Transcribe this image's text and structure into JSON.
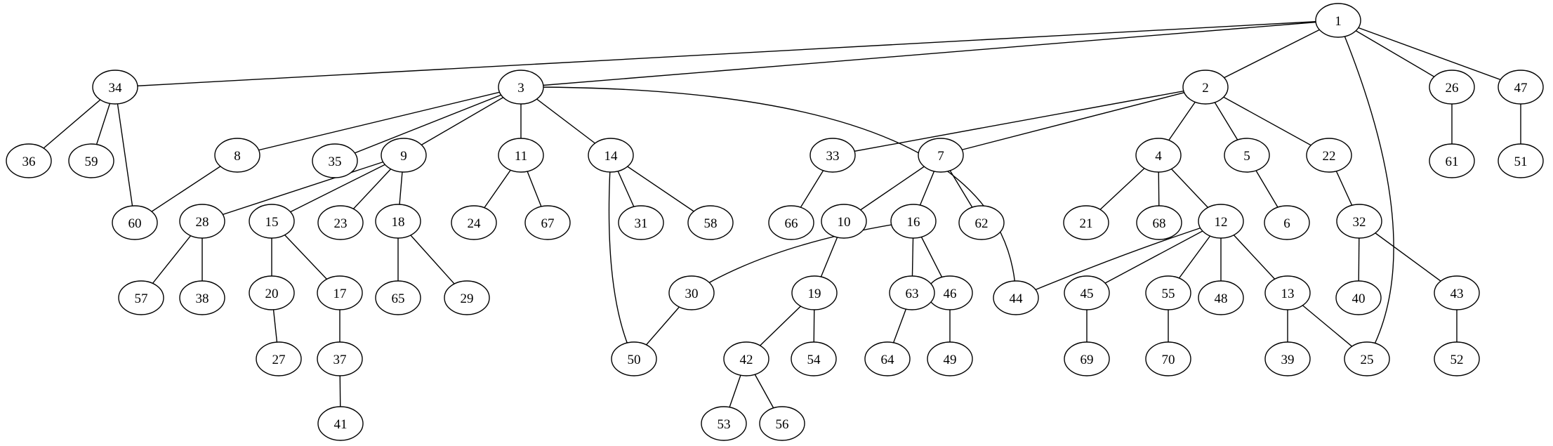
{
  "graph": {
    "nodes": [
      "1",
      "2",
      "3",
      "4",
      "5",
      "6",
      "7",
      "8",
      "9",
      "10",
      "11",
      "12",
      "13",
      "14",
      "15",
      "16",
      "17",
      "18",
      "19",
      "20",
      "21",
      "22",
      "23",
      "24",
      "25",
      "26",
      "27",
      "28",
      "29",
      "30",
      "31",
      "32",
      "33",
      "34",
      "35",
      "36",
      "37",
      "38",
      "39",
      "40",
      "41",
      "42",
      "43",
      "44",
      "45",
      "46",
      "47",
      "48",
      "49",
      "50",
      "51",
      "52",
      "53",
      "54",
      "55",
      "56",
      "57",
      "58",
      "59",
      "60",
      "61",
      "62",
      "63",
      "64",
      "65",
      "66",
      "67",
      "68",
      "69",
      "70"
    ],
    "edges": [
      [
        "1",
        "34"
      ],
      [
        "1",
        "3"
      ],
      [
        "1",
        "2"
      ],
      [
        "1",
        "25"
      ],
      [
        "1",
        "26"
      ],
      [
        "1",
        "47"
      ],
      [
        "34",
        "36"
      ],
      [
        "34",
        "59"
      ],
      [
        "34",
        "60"
      ],
      [
        "3",
        "8"
      ],
      [
        "3",
        "35"
      ],
      [
        "3",
        "9"
      ],
      [
        "3",
        "11"
      ],
      [
        "3",
        "14"
      ],
      [
        "3",
        "44"
      ],
      [
        "2",
        "33"
      ],
      [
        "2",
        "7"
      ],
      [
        "2",
        "4"
      ],
      [
        "2",
        "5"
      ],
      [
        "2",
        "22"
      ],
      [
        "26",
        "61"
      ],
      [
        "47",
        "51"
      ],
      [
        "8",
        "60"
      ],
      [
        "9",
        "28"
      ],
      [
        "9",
        "15"
      ],
      [
        "9",
        "23"
      ],
      [
        "9",
        "18"
      ],
      [
        "11",
        "24"
      ],
      [
        "11",
        "67"
      ],
      [
        "14",
        "50"
      ],
      [
        "14",
        "31"
      ],
      [
        "14",
        "58"
      ],
      [
        "33",
        "66"
      ],
      [
        "7",
        "10"
      ],
      [
        "7",
        "16"
      ],
      [
        "7",
        "62"
      ],
      [
        "4",
        "21"
      ],
      [
        "4",
        "68"
      ],
      [
        "4",
        "12"
      ],
      [
        "5",
        "6"
      ],
      [
        "22",
        "32"
      ],
      [
        "28",
        "57"
      ],
      [
        "28",
        "38"
      ],
      [
        "15",
        "20"
      ],
      [
        "15",
        "17"
      ],
      [
        "18",
        "65"
      ],
      [
        "18",
        "29"
      ],
      [
        "10",
        "19"
      ],
      [
        "16",
        "30"
      ],
      [
        "16",
        "63"
      ],
      [
        "16",
        "46"
      ],
      [
        "12",
        "44"
      ],
      [
        "12",
        "45"
      ],
      [
        "12",
        "55"
      ],
      [
        "12",
        "48"
      ],
      [
        "12",
        "13"
      ],
      [
        "32",
        "40"
      ],
      [
        "32",
        "43"
      ],
      [
        "20",
        "27"
      ],
      [
        "17",
        "37"
      ],
      [
        "30",
        "50"
      ],
      [
        "19",
        "42"
      ],
      [
        "19",
        "54"
      ],
      [
        "63",
        "64"
      ],
      [
        "46",
        "49"
      ],
      [
        "45",
        "69"
      ],
      [
        "55",
        "70"
      ],
      [
        "13",
        "39"
      ],
      [
        "13",
        "25"
      ],
      [
        "43",
        "52"
      ],
      [
        "37",
        "41"
      ],
      [
        "42",
        "53"
      ],
      [
        "42",
        "56"
      ]
    ]
  }
}
